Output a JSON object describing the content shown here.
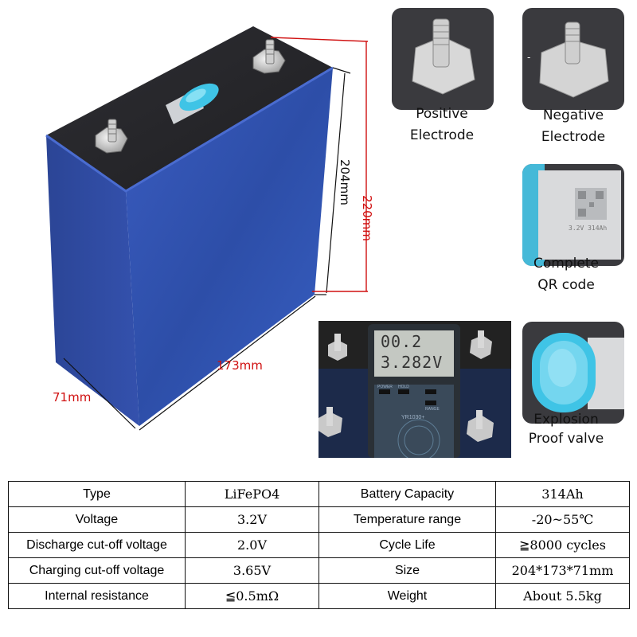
{
  "dimensions": {
    "height_inner": "204mm",
    "height_total": "220mm",
    "length": "173mm",
    "width": "71mm"
  },
  "features": {
    "positive": [
      "Positive",
      "Electrode"
    ],
    "negative": [
      "Negative",
      "Electrode"
    ],
    "qr": [
      "Complete",
      "QR code"
    ],
    "valve": [
      "Explosion",
      "Proof valve"
    ]
  },
  "meter": {
    "line1": "00.2",
    "line2": "3.282V",
    "model": "YR1030+",
    "buttons": [
      "POWER",
      "HOLD",
      "RANGE"
    ]
  },
  "qr_label": {
    "text": "3.2V 314Ah"
  },
  "specs": {
    "rows": [
      [
        "Type",
        "LiFePO4",
        "Battery Capacity",
        "314Ah"
      ],
      [
        "Voltage",
        "3.2V",
        "Temperature range",
        "-20~55℃"
      ],
      [
        "Discharge cut-off voltage",
        "2.0V",
        "Cycle Life",
        "≧8000 cycles"
      ],
      [
        "Charging cut-off voltage",
        "3.65V",
        "Size",
        "204*173*71mm"
      ],
      [
        "Internal resistance",
        "≦0.5mΩ",
        "Weight",
        "About 5.5kg"
      ]
    ]
  },
  "colors": {
    "battery_blue": "#2f4fa8",
    "battery_top": "#2a2a2e",
    "dimension_red": "#d01010",
    "valve_cyan": "#3fc4e6"
  }
}
